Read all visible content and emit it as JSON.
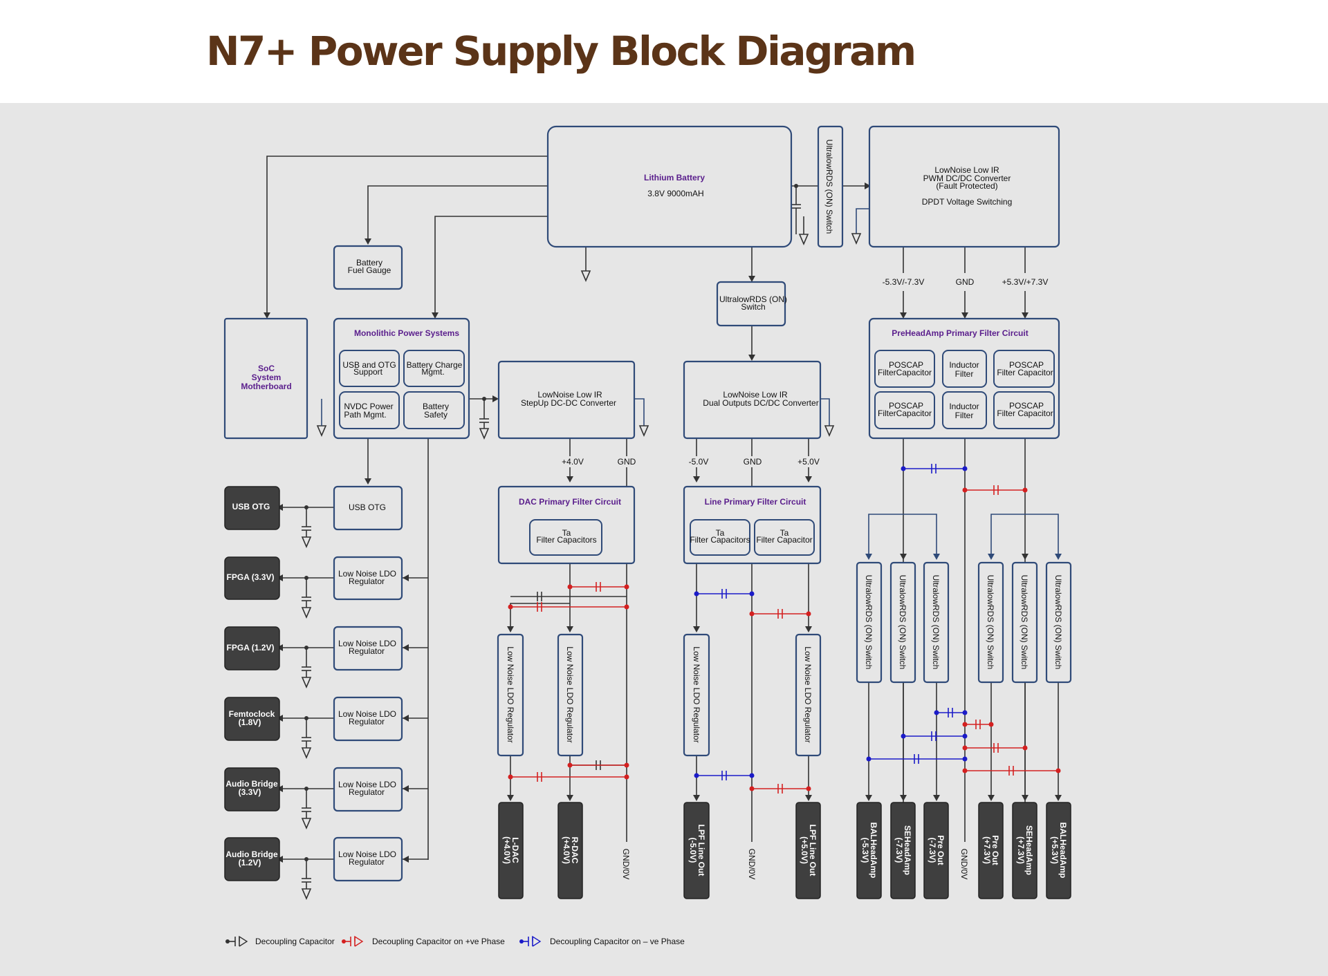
{
  "title": "N7+ Power Supply Block Diagram",
  "colors": {
    "title": "#5b3418",
    "panel": "#e6e6e6",
    "box_border": "#2f4a78",
    "purple_label": "#5a1e8c",
    "positive_phase": "#d42020",
    "negative_phase": "#1b1bc8",
    "dark_box": "#3f3f3f"
  },
  "battery": {
    "name": "Lithium Battery",
    "spec": "3.8V 9000mAH"
  },
  "switch_top": "UltralowRDS (ON) Switch",
  "pwm": {
    "line1": "LowNoise Low IR",
    "line2": "PWM DC/DC Converter",
    "line3": "(Fault Protected)",
    "line4": "DPDT Voltage Switching"
  },
  "pwm_rails": {
    "neg": "-5.3V/-7.3V",
    "gnd": "GND",
    "pos": "+5.3V/+7.3V"
  },
  "fuel_gauge": {
    "line1": "Battery",
    "line2": "Fuel Gauge"
  },
  "switch_mid": {
    "line1": "UltralowRDS (ON)",
    "line2": "Switch"
  },
  "soc": {
    "line1": "SoC",
    "line2": "System",
    "line3": "Motherboard"
  },
  "mps": {
    "title": "Monolithic Power Systems",
    "usb": {
      "line1": "USB and OTG",
      "line2": "Support"
    },
    "charge": {
      "line1": "Battery Charge",
      "line2": "Mgmt."
    },
    "nvdc": {
      "line1": "NVDC Power",
      "line2": "Path Mgmt."
    },
    "safety": {
      "line1": "Battery",
      "line2": "Safety"
    }
  },
  "stepup": {
    "line1": "LowNoise Low IR",
    "line2": "StepUp DC-DC Converter",
    "v_pos": "+4.0V",
    "gnd": "GND"
  },
  "dual": {
    "line1": "LowNoise Low IR",
    "line2": "Dual Outputs DC/DC Converter",
    "v_neg": "-5.0V",
    "gnd": "GND",
    "v_pos": "+5.0V"
  },
  "preamp_filter": {
    "title": "PreHeadAmp Primary Filter Circuit",
    "poscap1": {
      "line1": "POSCAP",
      "line2": "FilterCapacitor"
    },
    "inductor1": {
      "line1": "Inductor",
      "line2": "Filter"
    },
    "poscap2": {
      "line1": "POSCAP",
      "line2": "Filter Capacitor"
    },
    "poscap3": {
      "line1": "POSCAP",
      "line2": "FilterCapacitor"
    },
    "inductor2": {
      "line1": "Inductor",
      "line2": "Filter"
    },
    "poscap4": {
      "line1": "POSCAP",
      "line2": "Filter Capacitor"
    }
  },
  "dac_filter": {
    "title": "DAC Primary Filter Circuit",
    "cap": {
      "line1": "Ta",
      "line2": "Filter Capacitors"
    }
  },
  "line_filter": {
    "title": "Line Primary Filter Circuit",
    "cap1": {
      "line1": "Ta",
      "line2": "Filter Capacitors"
    },
    "cap2": {
      "line1": "Ta",
      "line2": "Filter Capacitor"
    }
  },
  "ldo_vertical": "Low Noise LDO Regulator",
  "ldo": {
    "line1": "Low Noise LDO",
    "line2": "Regulator"
  },
  "usb_otg_box": "USB OTG",
  "left_outputs": [
    {
      "line1": "USB OTG",
      "line2": ""
    },
    {
      "line1": "FPGA (3.3V)",
      "line2": ""
    },
    {
      "line1": "FPGA (1.2V)",
      "line2": ""
    },
    {
      "line1": "Femtoclock",
      "line2": "(1.8V)"
    },
    {
      "line1": "Audio Bridge",
      "line2": "(3.3V)"
    },
    {
      "line1": "Audio Bridge",
      "line2": "(1.2V)"
    }
  ],
  "bottom_outputs": [
    {
      "line1": "L-DAC",
      "line2": "(+4.0V)"
    },
    {
      "line1": "R-DAC",
      "line2": "(+4.0V)"
    },
    {
      "line1": "LPF Line Out",
      "line2": "(-5.0V)"
    },
    {
      "line1": "LPF Line Out",
      "line2": "(+5.0V)"
    },
    {
      "line1": "BALHeadAmp",
      "line2": "(-5.3V)"
    },
    {
      "line1": "SEHeadAmp",
      "line2": "(-7.3V)"
    },
    {
      "line1": "Pre Out",
      "line2": "(-7.3V)"
    },
    {
      "line1": "Pre Out",
      "line2": "(+7.3V)"
    },
    {
      "line1": "SEHeadAmp",
      "line2": "(+7.3V)"
    },
    {
      "line1": "BALHeadAmp",
      "line2": "(+5.3V)"
    }
  ],
  "gnd_label": "GND/0V",
  "legend": {
    "decoupling": "Decoupling Capacitor",
    "positive": "Decoupling Capacitor on +ve Phase",
    "negative": "Decoupling Capacitor on – ve Phase"
  }
}
